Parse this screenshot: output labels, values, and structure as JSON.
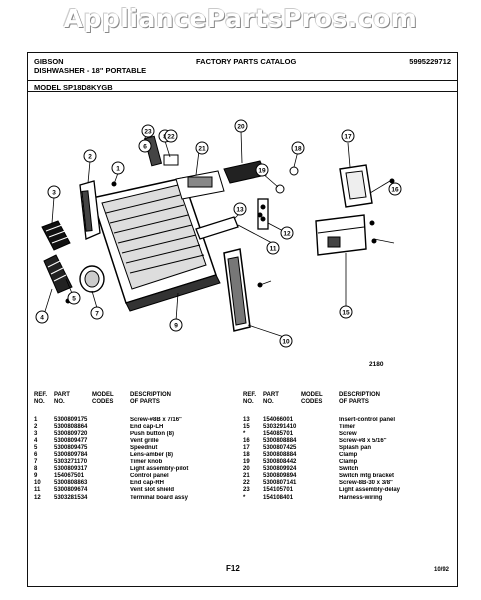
{
  "watermark": "AppliancePartsPros.com",
  "header": {
    "brand": "GIBSON",
    "product": "DISHWASHER - 18\" PORTABLE",
    "catalog": "FACTORY PARTS CATALOG",
    "catalog_no": "5995229712",
    "model": "MODEL SP18D8KYGB"
  },
  "diagram": {
    "code": "2180",
    "callouts": [
      "1",
      "2",
      "3",
      "4",
      "5",
      "6",
      "7",
      "8",
      "9",
      "10",
      "11",
      "12",
      "13",
      "15",
      "16",
      "17",
      "18",
      "19",
      "20",
      "21",
      "22",
      "23"
    ]
  },
  "table": {
    "headers": {
      "ref": [
        "REF.",
        "NO."
      ],
      "part": [
        "PART",
        "NO."
      ],
      "model": [
        "MODEL",
        "CODES"
      ],
      "desc": [
        "DESCRIPTION",
        "OF PARTS"
      ]
    },
    "left_rows": [
      {
        "ref": "1",
        "part": "5300809175",
        "model": "",
        "desc": "Screw-#8B x 7/16\""
      },
      {
        "ref": "2",
        "part": "5300808864",
        "model": "",
        "desc": "End cap-LH"
      },
      {
        "ref": "3",
        "part": "5300809720",
        "model": "",
        "desc": "Push button (8)"
      },
      {
        "ref": "4",
        "part": "5300809477",
        "model": "",
        "desc": "Vent grille"
      },
      {
        "ref": "5",
        "part": "5300809475",
        "model": "",
        "desc": "Speednut"
      },
      {
        "ref": "6",
        "part": "5300809784",
        "model": "",
        "desc": "Lens-amber (8)"
      },
      {
        "ref": "7",
        "part": "5303271170",
        "model": "",
        "desc": "Timer knob"
      },
      {
        "ref": "8",
        "part": "5300809317",
        "model": "",
        "desc": "Light assembly-pilot"
      },
      {
        "ref": "9",
        "part": "154067501",
        "model": "",
        "desc": "Control panel"
      },
      {
        "ref": "10",
        "part": "5300808863",
        "model": "",
        "desc": "End cap-RH"
      },
      {
        "ref": "11",
        "part": "5300809674",
        "model": "",
        "desc": "Vent slot shield"
      },
      {
        "ref": "12",
        "part": "5303281534",
        "model": "",
        "desc": "Terminal board assy"
      }
    ],
    "right_rows": [
      {
        "ref": "13",
        "part": "154066001",
        "model": "",
        "desc": "Insert-control panel"
      },
      {
        "ref": "15",
        "part": "5303291410",
        "model": "",
        "desc": "Timer"
      },
      {
        "ref": "*",
        "part": "154085701",
        "model": "",
        "desc": "Screw"
      },
      {
        "ref": "16",
        "part": "5300808884",
        "model": "",
        "desc": "Screw-#8 x 5/16\""
      },
      {
        "ref": "17",
        "part": "5300807425",
        "model": "",
        "desc": "Splash pan"
      },
      {
        "ref": "18",
        "part": "5300808884",
        "model": "",
        "desc": "Clamp"
      },
      {
        "ref": "19",
        "part": "5300808442",
        "model": "",
        "desc": "Clamp"
      },
      {
        "ref": "20",
        "part": "5300809924",
        "model": "",
        "desc": "Switch"
      },
      {
        "ref": "21",
        "part": "5300809894",
        "model": "",
        "desc": "Switch mtg bracket"
      },
      {
        "ref": "22",
        "part": "5300807141",
        "model": "",
        "desc": "Screw-8B-30 x 3/8\""
      },
      {
        "ref": "23",
        "part": "154105701",
        "model": "",
        "desc": "Light assembly-delay"
      },
      {
        "ref": "*",
        "part": "154108401",
        "model": "",
        "desc": "Harness-wiring"
      }
    ]
  },
  "footer": {
    "page": "F12",
    "date": "10/92"
  }
}
